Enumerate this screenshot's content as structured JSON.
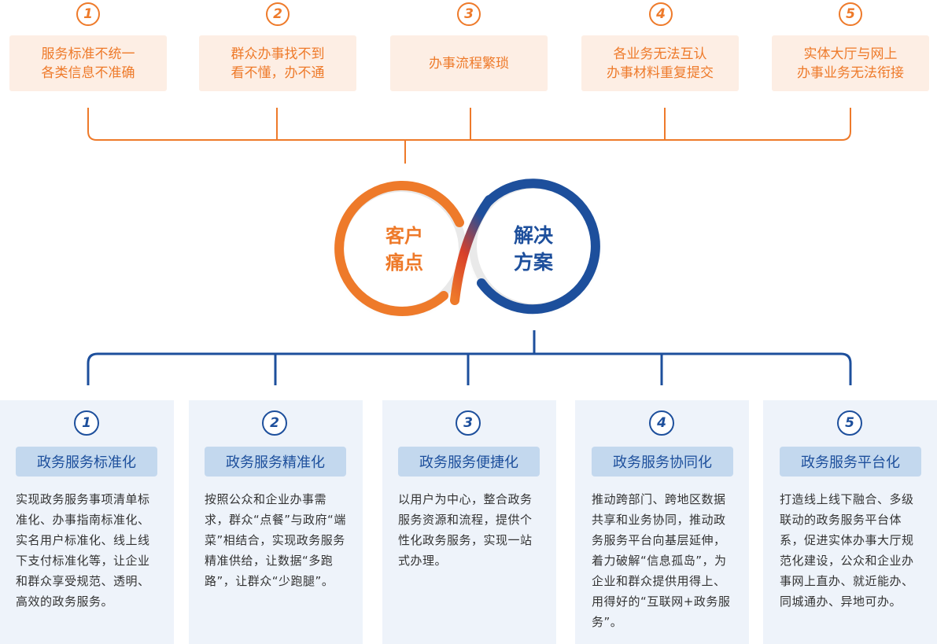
{
  "colors": {
    "orange": "#ee7a2a",
    "orange_light": "#fdeee4",
    "blue": "#1d4f9c",
    "blue_light": "#c3d8ee",
    "panel": "#eef3fa"
  },
  "pain_points": [
    {
      "num": "1",
      "line1": "服务标准不统一",
      "line2": "各类信息不准确"
    },
    {
      "num": "2",
      "line1": "群众办事找不到",
      "line2": "看不懂，办不通"
    },
    {
      "num": "3",
      "line1": "办事流程繁琐",
      "line2": ""
    },
    {
      "num": "4",
      "line1": "各业务无法互认",
      "line2": "办事材料重复提交"
    },
    {
      "num": "5",
      "line1": "实体大厅与网上",
      "line2": "办事业务无法衔接"
    }
  ],
  "center": {
    "pain": {
      "line1": "客户",
      "line2": "痛点"
    },
    "solution": {
      "line1": "解决",
      "line2": "方案"
    }
  },
  "solutions": [
    {
      "num": "1",
      "title": "政务服务标准化",
      "desc": "实现政务服务事项清单标准化、办事指南标准化、实名用户标准化、线上线下支付标准化等，让企业和群众享受规范、透明、高效的政务服务。"
    },
    {
      "num": "2",
      "title": "政务服务精准化",
      "desc": "按照公众和企业办事需求，群众“点餐”与政府“端菜”相结合，实现政务服务精准供给，让数据“多跑路”，让群众“少跑腿”。"
    },
    {
      "num": "3",
      "title": "政务服务便捷化",
      "desc": "以用户为中心，整合政务服务资源和流程，提供个性化政务服务，实现一站式办理。"
    },
    {
      "num": "4",
      "title": "政务服务协同化",
      "desc": "推动跨部门、跨地区数据共享和业务协同，推动政务服务平台向基层延伸，着力破解“信息孤岛”，为企业和群众提供用得上、用得好的“互联网+政务服务”。"
    },
    {
      "num": "5",
      "title": "政务服务平台化",
      "desc": "打造线上线下融合、多级联动的政务服务平台体系，促进实体办事大厅规范化建设，公众和企业办事网上直办、就近能办、同城通办、异地可办。"
    }
  ]
}
